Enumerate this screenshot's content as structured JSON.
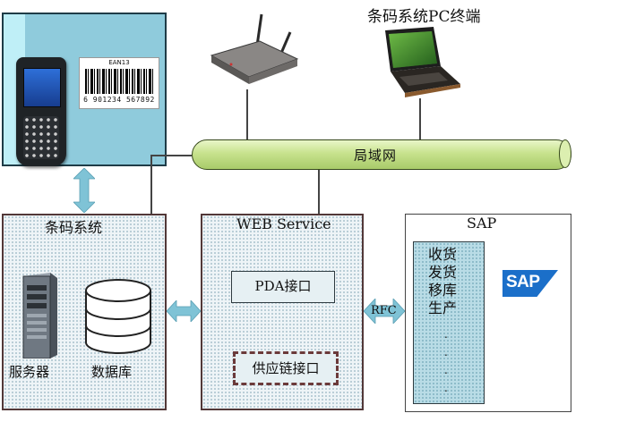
{
  "pc_terminal": {
    "label": "条码系统PC终端"
  },
  "barcode_card": {
    "header": "EAN13",
    "number": "6 901234 567892"
  },
  "lan": {
    "label": "局域网"
  },
  "barcode_system": {
    "title": "条码系统",
    "server_label": "服务器",
    "database_label": "数据库"
  },
  "web_service": {
    "title": "WEB Service",
    "pda_interface": "PDA接口",
    "supply_chain_interface": "供应链接口"
  },
  "rfc": {
    "label": "RFC"
  },
  "sap": {
    "title": "SAP",
    "logo_text": "SAP",
    "items": [
      "收货",
      "发货",
      "移库",
      "生产"
    ],
    "dots": [
      ".",
      ".",
      ".",
      "."
    ]
  },
  "colors": {
    "arrow": "#7fc3d6",
    "lan_tube": "#c7e28d",
    "panel_border": "#523838",
    "sap_logo": "#1b6fc9"
  }
}
